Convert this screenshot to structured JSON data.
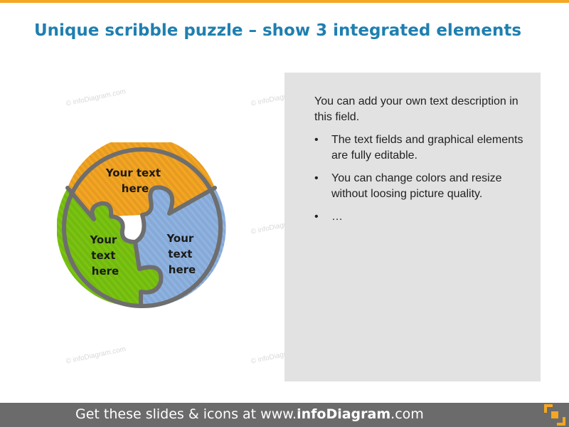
{
  "title": "Unique scribble puzzle – show 3 integrated elements",
  "watermark": "© infoDiagram.com",
  "puzzle": {
    "pieces": [
      {
        "label_lines": [
          "Your text",
          "here"
        ],
        "color": "#f5a623"
      },
      {
        "label_lines": [
          "Your",
          "text",
          "here"
        ],
        "color": "#7ac511"
      },
      {
        "label_lines": [
          "Your",
          "text",
          "here"
        ],
        "color": "#8fb4e3"
      }
    ],
    "outline_color": "#6e6e6e"
  },
  "panel": {
    "intro": "You can add your own text description in this field.",
    "bullet_symbol": "•",
    "bullets": [
      "The text fields and graphical elements are fully editable.",
      "You can change colors and resize without loosing picture quality.",
      "…"
    ]
  },
  "footer": {
    "prefix": "Get these slides & icons at www.",
    "brand": "infoDiagram",
    "suffix": ".com"
  },
  "colors": {
    "title": "#1f7fb0",
    "accent": "#f5a623",
    "panel_bg": "#e2e2e2",
    "footer_bg": "#6b6b6b"
  }
}
